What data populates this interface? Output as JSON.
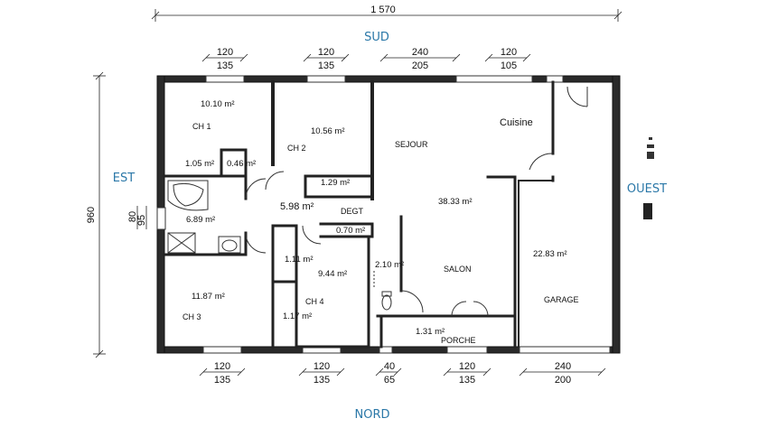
{
  "compass": {
    "north": "NORD",
    "south": "SUD",
    "east": "EST",
    "west": "OUEST"
  },
  "overall": {
    "width": "1 570",
    "depth": "960"
  },
  "side_dims": {
    "a": "80",
    "b": "95"
  },
  "top_openings": [
    {
      "top": "120",
      "bottom": "135"
    },
    {
      "top": "120",
      "bottom": "135"
    },
    {
      "top": "240",
      "bottom": "205"
    },
    {
      "top": "120",
      "bottom": "105"
    }
  ],
  "bottom_openings": [
    {
      "top": "120",
      "bottom": "135"
    },
    {
      "top": "120",
      "bottom": "135"
    },
    {
      "top": "40",
      "bottom": "65"
    },
    {
      "top": "120",
      "bottom": "135"
    },
    {
      "top": "240",
      "bottom": "200"
    }
  ],
  "rooms": {
    "ch1": {
      "name": "CH  1",
      "area": "10.10 m²"
    },
    "ch2": {
      "name": "CH  2",
      "area": "10.56 m²"
    },
    "sejour": {
      "name": "SEJOUR",
      "area": "38.33 m²"
    },
    "cuisine": {
      "name": "Cuisine"
    },
    "salon": {
      "name": "SALON"
    },
    "garage": {
      "name": "GARAGE",
      "area": "22.83 m²"
    },
    "degt": {
      "name": "DEGT",
      "area": "5.98 m²"
    },
    "bain": {
      "area": "6.89 m²"
    },
    "ch3": {
      "name": "CH  3",
      "area": "11.87 m²"
    },
    "ch4": {
      "name": "CH  4",
      "area": "9.44 m²"
    },
    "porche": {
      "name": "PORCHE",
      "area": "1.31 m²"
    },
    "placard1": {
      "area": "1.05 m²"
    },
    "placard2": {
      "area": "0.46 m²"
    },
    "placard3": {
      "area": "1.29 m²"
    },
    "placard4": {
      "area": "0.70 m²"
    },
    "placard5": {
      "area": "1.11 m²"
    },
    "placard6": {
      "area": "1.17 m²"
    },
    "wc": {
      "area": "2.10 m²"
    }
  }
}
